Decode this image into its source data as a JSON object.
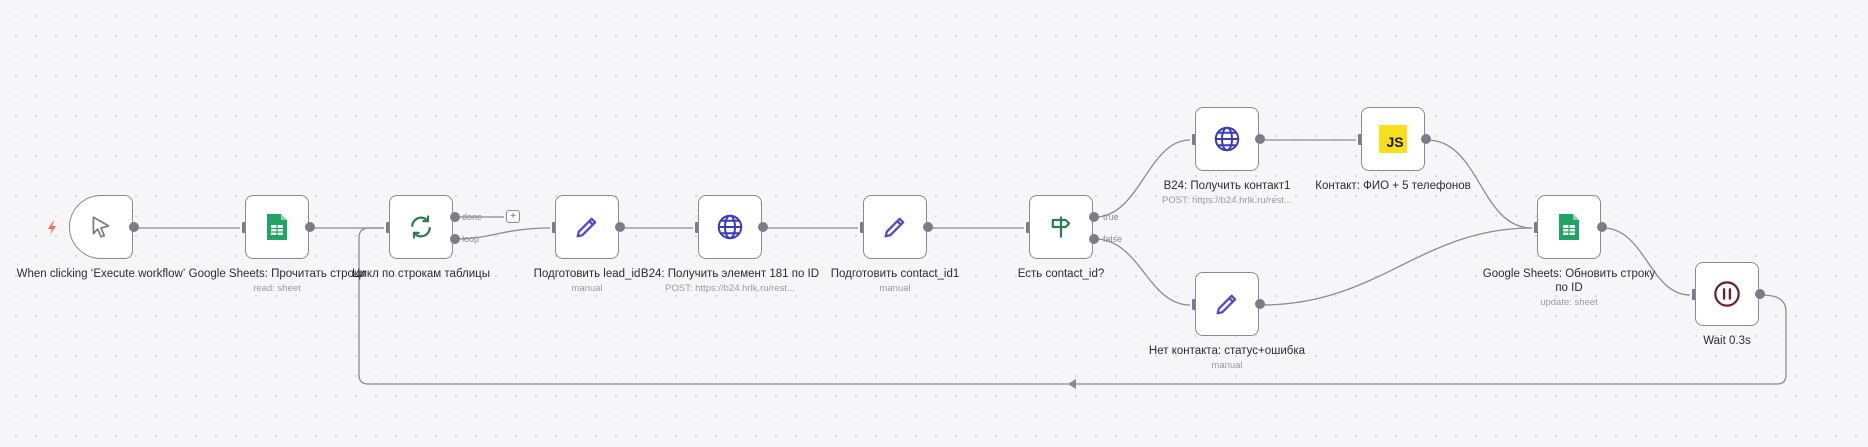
{
  "nodes": [
    {
      "id": "trigger",
      "label": "When clicking ‘Execute workflow’",
      "sub": ""
    },
    {
      "id": "gsheets_read",
      "label": "Google Sheets: Прочитать строки",
      "sub": "read: sheet"
    },
    {
      "id": "loop",
      "label": "Цикл по строкам таблицы",
      "sub": ""
    },
    {
      "id": "prep_lead",
      "label": "Подготовить lead_id",
      "sub": "manual"
    },
    {
      "id": "b24_get_item",
      "label": "B24: Получить элемент 181 по ID",
      "sub": "POST: https://b24.hrlk.ru/rest..."
    },
    {
      "id": "prep_contact",
      "label": "Подготовить contact_id1",
      "sub": "manual"
    },
    {
      "id": "if_contact",
      "label": "Есть contact_id?",
      "sub": ""
    },
    {
      "id": "b24_get_contact",
      "label": "B24: Получить контакт1",
      "sub": "POST: https://b24.hrlk.ru/rest..."
    },
    {
      "id": "js_contact",
      "label": "Контакт: ФИО + 5 телефонов",
      "sub": ""
    },
    {
      "id": "no_contact",
      "label": "Нет контакта: статус+ошибка",
      "sub": "manual"
    },
    {
      "id": "gsheets_update",
      "label": "Google Sheets: Обновить строку по ID",
      "sub": "update: sheet"
    },
    {
      "id": "wait",
      "label": "Wait 0.3s",
      "sub": ""
    }
  ],
  "branches": {
    "loop_done": "done",
    "loop_loop": "loop",
    "if_true": "true",
    "if_false": "false"
  },
  "add_button": "+",
  "colors": {
    "edge": "#8a8a94",
    "node_border": "#8a8a94",
    "trigger_bolt": "#ff6d5a",
    "sheets_green": "#21a366",
    "loop_green": "#2e7d4f",
    "http_blue": "#3b3bb8",
    "edit_blue": "#4a4ad0",
    "if_green": "#2e7d4f",
    "js_yellow": "#f7df1e",
    "wait_maroon": "#6b1f2a"
  },
  "icons": {
    "trigger": "cursor-pointer-icon",
    "gsheets_read": "google-sheets-icon",
    "loop": "loop-arrows-icon",
    "prep_lead": "pencil-icon",
    "b24_get_item": "globe-icon",
    "prep_contact": "pencil-icon",
    "if_contact": "signpost-icon",
    "b24_get_contact": "globe-icon",
    "js_contact": "javascript-icon",
    "no_contact": "pencil-icon",
    "gsheets_update": "google-sheets-icon",
    "wait": "pause-icon"
  }
}
